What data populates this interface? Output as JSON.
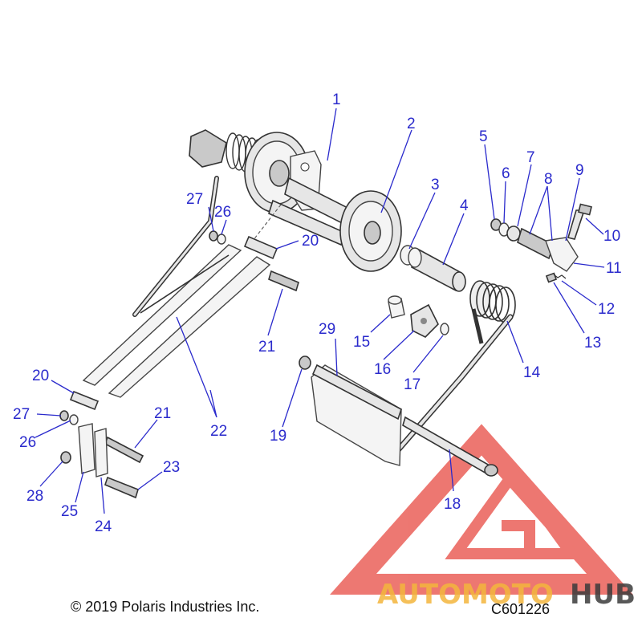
{
  "callouts": [
    {
      "label": "1"
    },
    {
      "label": "2"
    },
    {
      "label": "3"
    },
    {
      "label": "4"
    },
    {
      "label": "5"
    },
    {
      "label": "6"
    },
    {
      "label": "7"
    },
    {
      "label": "8"
    },
    {
      "label": "9"
    },
    {
      "label": "10"
    },
    {
      "label": "11"
    },
    {
      "label": "12"
    },
    {
      "label": "13"
    },
    {
      "label": "14"
    },
    {
      "label": "15"
    },
    {
      "label": "16"
    },
    {
      "label": "17"
    },
    {
      "label": "18"
    },
    {
      "label": "19"
    },
    {
      "label": "20"
    },
    {
      "label": "20"
    },
    {
      "label": "21"
    },
    {
      "label": "21"
    },
    {
      "label": "22"
    },
    {
      "label": "23"
    },
    {
      "label": "24"
    },
    {
      "label": "25"
    },
    {
      "label": "26"
    },
    {
      "label": "26"
    },
    {
      "label": "27"
    },
    {
      "label": "27"
    },
    {
      "label": "28"
    },
    {
      "label": "29"
    }
  ],
  "footer": {
    "copyright": "© 2019 Polaris Industries Inc.",
    "figure_code": "C601226"
  },
  "watermark": {
    "brand_auto": "AUTOMOTO",
    "brand_hub": "HUB",
    "triangle_color": "#e8524a",
    "auto_color": "#f4b63d",
    "hub_color": "#3b3b3b"
  }
}
